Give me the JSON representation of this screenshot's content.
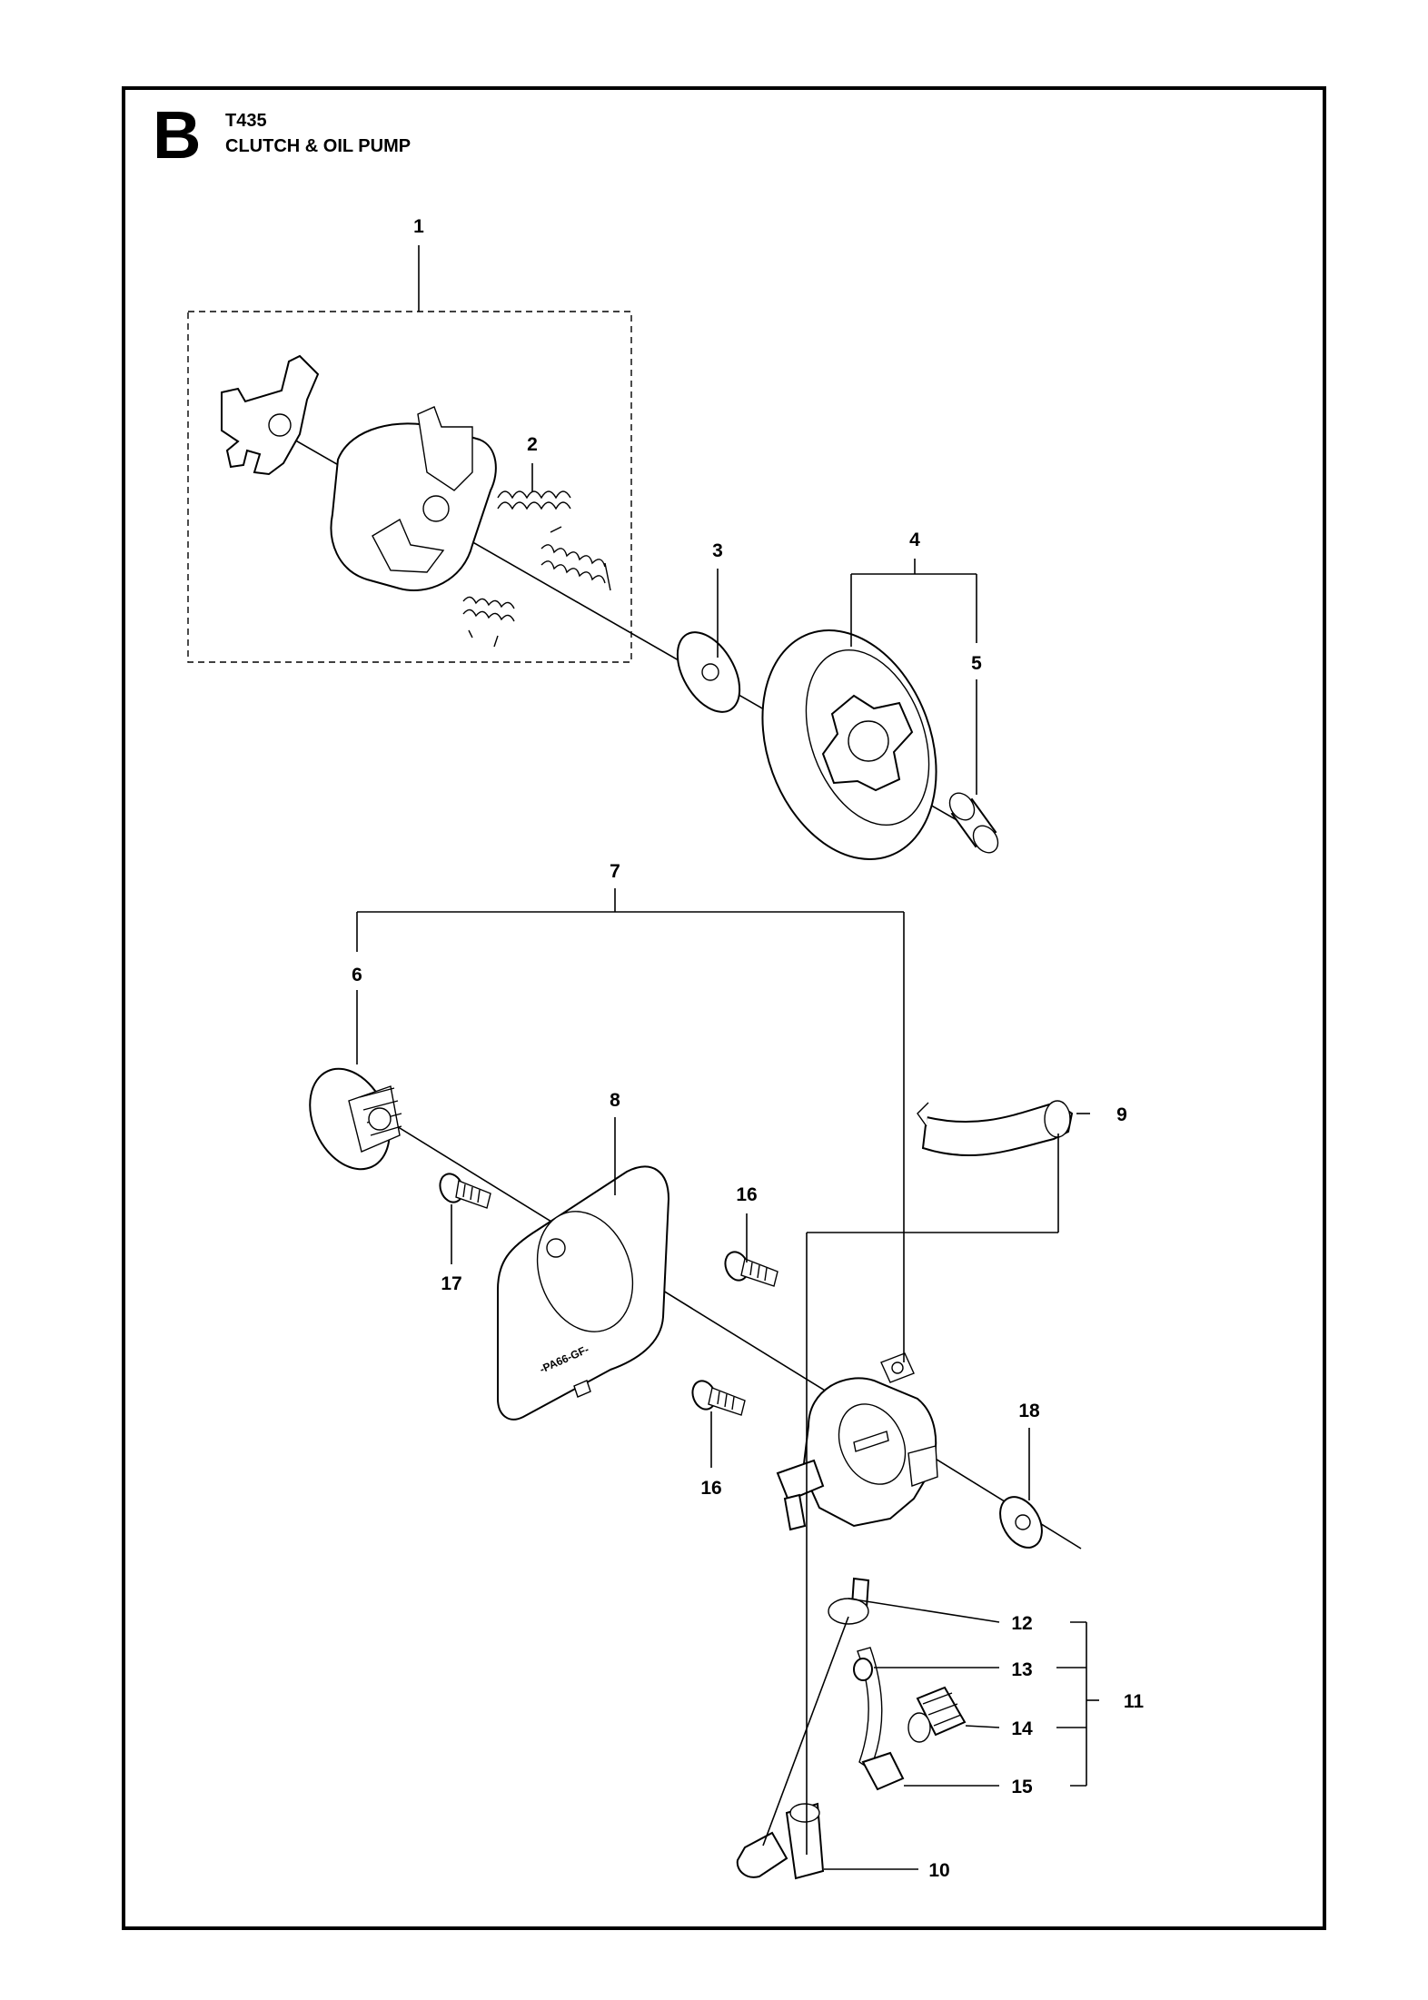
{
  "header": {
    "section_letter": "B",
    "model": "T435",
    "title": "CLUTCH & OIL PUMP"
  },
  "callouts": {
    "p1": "1",
    "p2": "2",
    "p3": "3",
    "p4": "4",
    "p5": "5",
    "p6": "6",
    "p7": "7",
    "p8": "8",
    "p9": "9",
    "p10": "10",
    "p11": "11",
    "p12": "12",
    "p13": "13",
    "p14": "14",
    "p15": "15",
    "p16a": "16",
    "p16b": "16",
    "p17": "17",
    "p18": "18"
  },
  "gasket_marking": "-PA66-GF-"
}
